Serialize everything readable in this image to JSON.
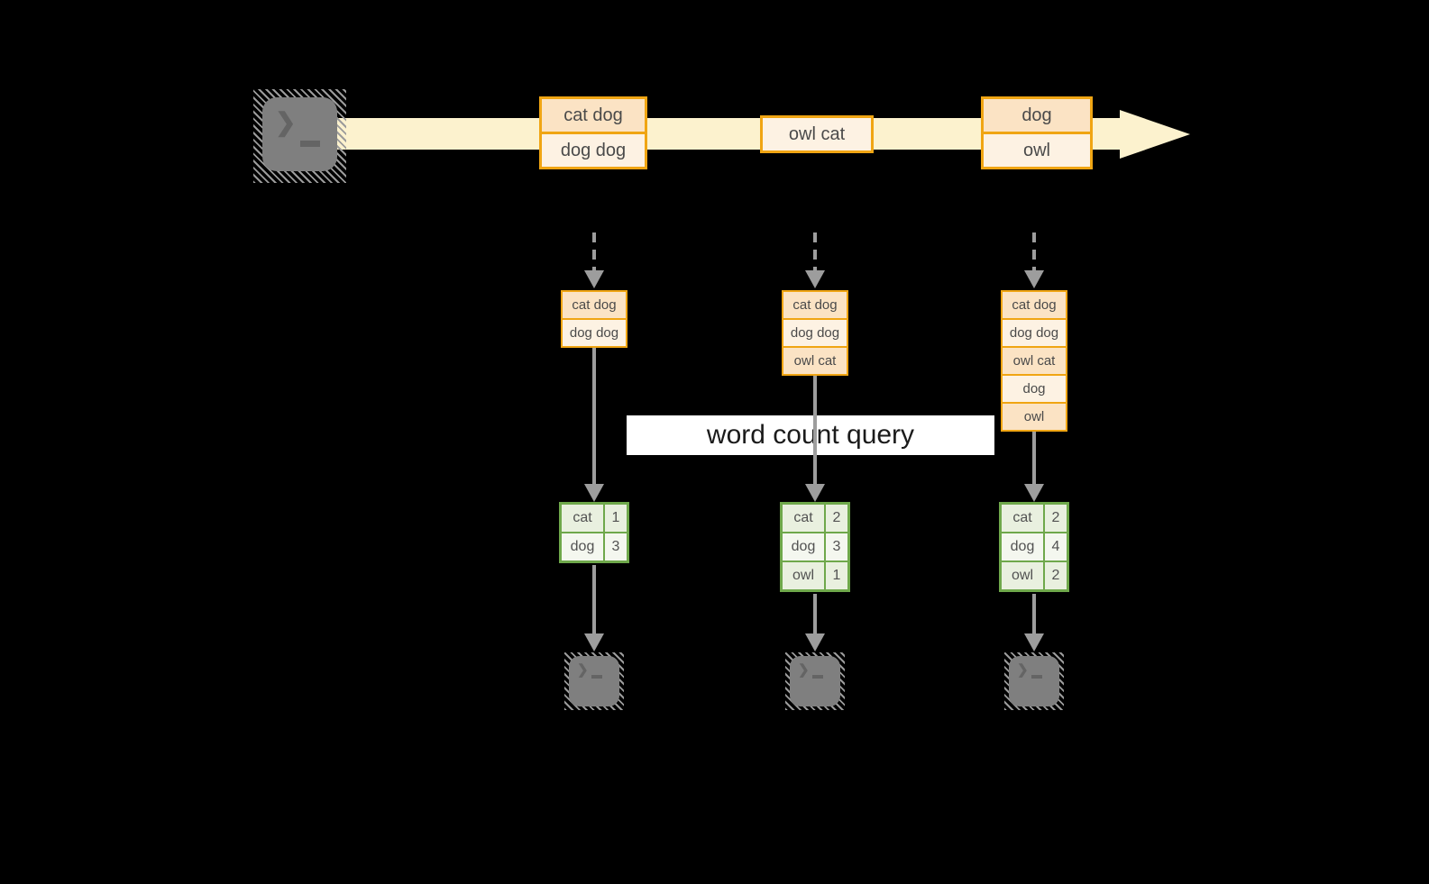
{
  "banner": {
    "label": "word count query"
  },
  "stream": {
    "events": [
      {
        "rows": [
          "cat dog",
          "dog dog"
        ]
      },
      {
        "rows": [
          "owl cat"
        ]
      },
      {
        "rows": [
          "dog",
          "owl"
        ]
      }
    ]
  },
  "columns": [
    {
      "stack": [
        "cat dog",
        "dog dog"
      ],
      "table": [
        {
          "word": "cat",
          "count": "1"
        },
        {
          "word": "dog",
          "count": "3"
        }
      ]
    },
    {
      "stack": [
        "cat dog",
        "dog dog",
        "owl cat"
      ],
      "table": [
        {
          "word": "cat",
          "count": "2"
        },
        {
          "word": "dog",
          "count": "3"
        },
        {
          "word": "owl",
          "count": "1"
        }
      ]
    },
    {
      "stack": [
        "cat dog",
        "dog dog",
        "owl cat",
        "dog",
        "owl"
      ],
      "table": [
        {
          "word": "cat",
          "count": "2"
        },
        {
          "word": "dog",
          "count": "4"
        },
        {
          "word": "owl",
          "count": "2"
        }
      ]
    }
  ],
  "icons": {
    "terminal_prompt": "❯"
  },
  "colors": {
    "background": "#000000",
    "amber_border": "#F0A513",
    "peach_fill": "#FBE3C4",
    "cream_fill": "#FDF2E3",
    "stream_band": "#FCF2CE",
    "green_border": "#6FA84B",
    "green_fill_a": "#E9F0DF",
    "green_fill_b": "#F4F7EF",
    "arrow_gray": "#9D9D9D",
    "terminal_gray": "#7F7F7F",
    "banner_bg": "#FFFFFF"
  }
}
